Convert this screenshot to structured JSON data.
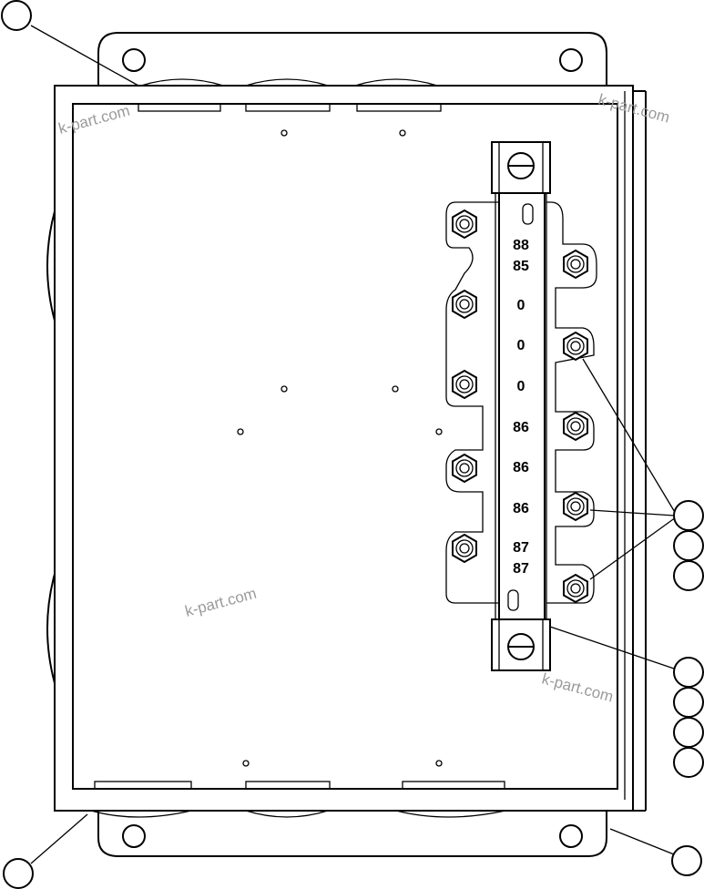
{
  "watermark": "k-part.com",
  "terminal_labels": [
    "88",
    "85",
    "0",
    "0",
    "0",
    "86",
    "86",
    "86",
    "87",
    "87"
  ],
  "callouts": [
    {
      "id": "callout-top-left",
      "text": ""
    },
    {
      "id": "callout-right-a",
      "text": ""
    },
    {
      "id": "callout-right-b",
      "text": ""
    },
    {
      "id": "callout-right-c",
      "text": ""
    },
    {
      "id": "callout-right-d",
      "text": ""
    },
    {
      "id": "callout-right-e",
      "text": ""
    },
    {
      "id": "callout-right-f",
      "text": ""
    },
    {
      "id": "callout-right-g",
      "text": ""
    },
    {
      "id": "callout-bottom-left",
      "text": ""
    },
    {
      "id": "callout-bottom-right",
      "text": ""
    }
  ]
}
